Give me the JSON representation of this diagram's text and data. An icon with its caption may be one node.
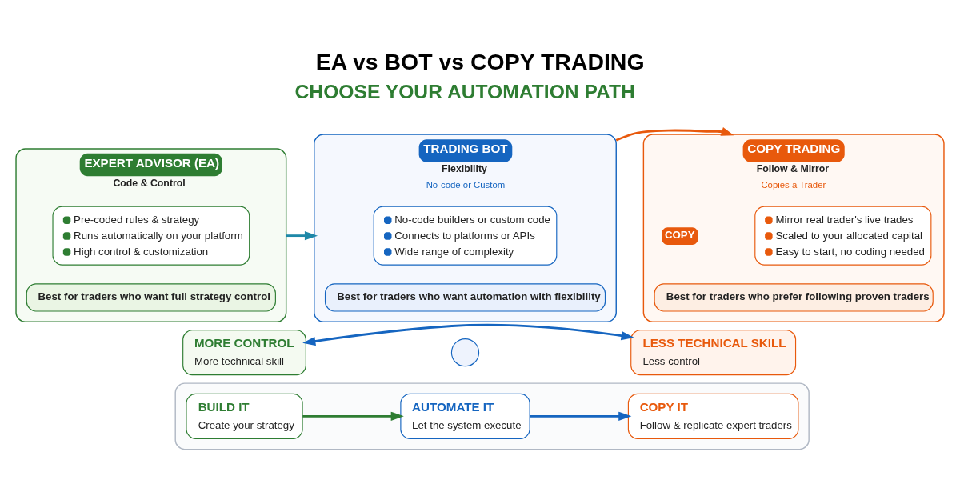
{
  "diagram": {
    "title": "EA vs BOT vs COPY TRADING",
    "nodes": [
      {
        "text": [
          "EXPERT ADVISOR (EA)",
          "Code & Control"
        ]
      },
      {
        "text": [
          "Pre-coded rules & strategy",
          "Runs automatically on your platform",
          "High control & customization"
        ],
        "in": 0
      },
      {
        "text": [
          "Best for traders who want full strategy control"
        ],
        "in": 0
      },
      {
        "text": [
          "TRADING BOT",
          "Flexibility",
          "No-code or Custom"
        ]
      },
      {
        "text": [
          "No-code builders or custom code",
          "Connects to platforms or APIs",
          "Wide range of complexity"
        ],
        "in": 3
      },
      {
        "text": [
          "Best for traders who want automation with flexibility"
        ],
        "in": 3
      },
      {
        "text": [
          "COPY TRADING",
          "Follow & Mirror",
          "Copies a Trader"
        ]
      },
      {
        "text": [
          "Mirror real trader's live trades",
          "Scaled to your allocated capital",
          "Easy to start, no coding needed"
        ],
        "in": 6
      },
      {
        "text": [
          "Best for traders who prefer following proven traders"
        ],
        "in": 6
      },
      {
        "text": [
          "MORE CONTROL",
          "More technical skill"
        ]
      },
      {
        "text": [],
        "shape": "circle"
      },
      {
        "text": [
          "LESS TECHNICAL SKILL",
          "Less control"
        ]
      },
      {
        "text": [],
        "shape": "box"
      },
      {
        "text": [
          "BUILD IT",
          "Create your strategy"
        ],
        "in": 12
      },
      {
        "text": [
          "AUTOMATE IT",
          "Let the system execute"
        ],
        "in": 12
      },
      {
        "text": [
          "COPY IT",
          "Follow & replicate expert traders"
        ],
        "in": 12
      }
    ],
    "edges": [
      {
        "from": 0,
        "to": 3,
        "arrow": "to",
        "color": "#1e88a8"
      },
      {
        "from": 3,
        "to": 6,
        "arrow": "to",
        "color": "#e8590c"
      },
      {
        "from": 9,
        "to": 11,
        "arrow": "both",
        "color": "#1565c0"
      },
      {
        "from": 13,
        "to": 14,
        "arrow": "to",
        "color": "#2e7d32"
      },
      {
        "from": 14,
        "to": 15,
        "arrow": "to",
        "color": "#1565c0"
      }
    ],
    "labels": [
      "CHOOSE YOUR AUTOMATION PATH",
      "COPY"
    ]
  }
}
